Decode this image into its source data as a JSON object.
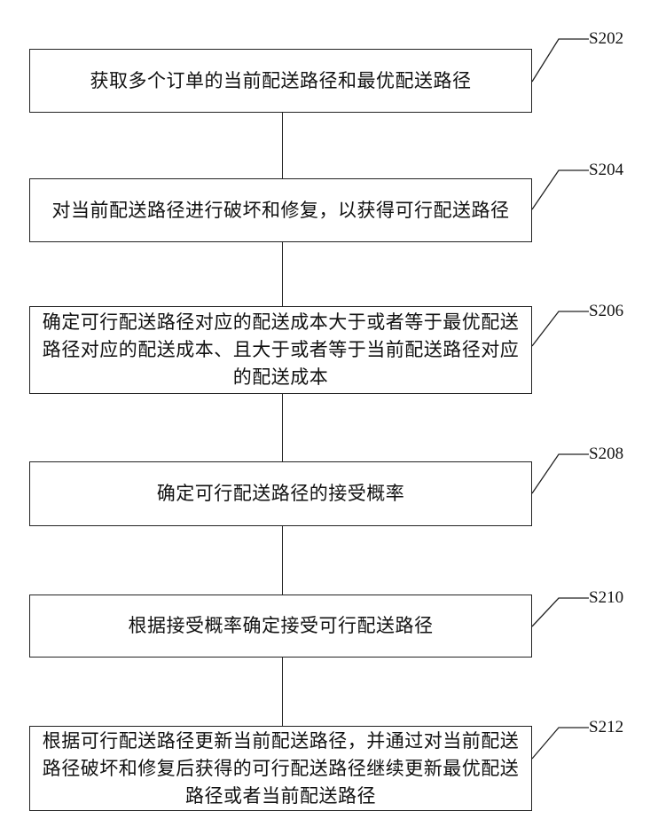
{
  "steps": [
    {
      "label": "S202",
      "text": "获取多个订单的当前配送路径和最优配送路径"
    },
    {
      "label": "S204",
      "text": "对当前配送路径进行破坏和修复，以获得可行配送路径"
    },
    {
      "label": "S206",
      "text": "确定可行配送路径对应的配送成本大于或者等于最优配送路径对应的配送成本、且大于或者等于当前配送路径对应的配送成本"
    },
    {
      "label": "S208",
      "text": "确定可行配送路径的接受概率"
    },
    {
      "label": "S210",
      "text": "根据接受概率确定接受可行配送路径"
    },
    {
      "label": "S212",
      "text": "根据可行配送路径更新当前配送路径，并通过对当前配送路径破坏和修复后获得的可行配送路径继续更新最优配送路径或者当前配送路径"
    }
  ]
}
